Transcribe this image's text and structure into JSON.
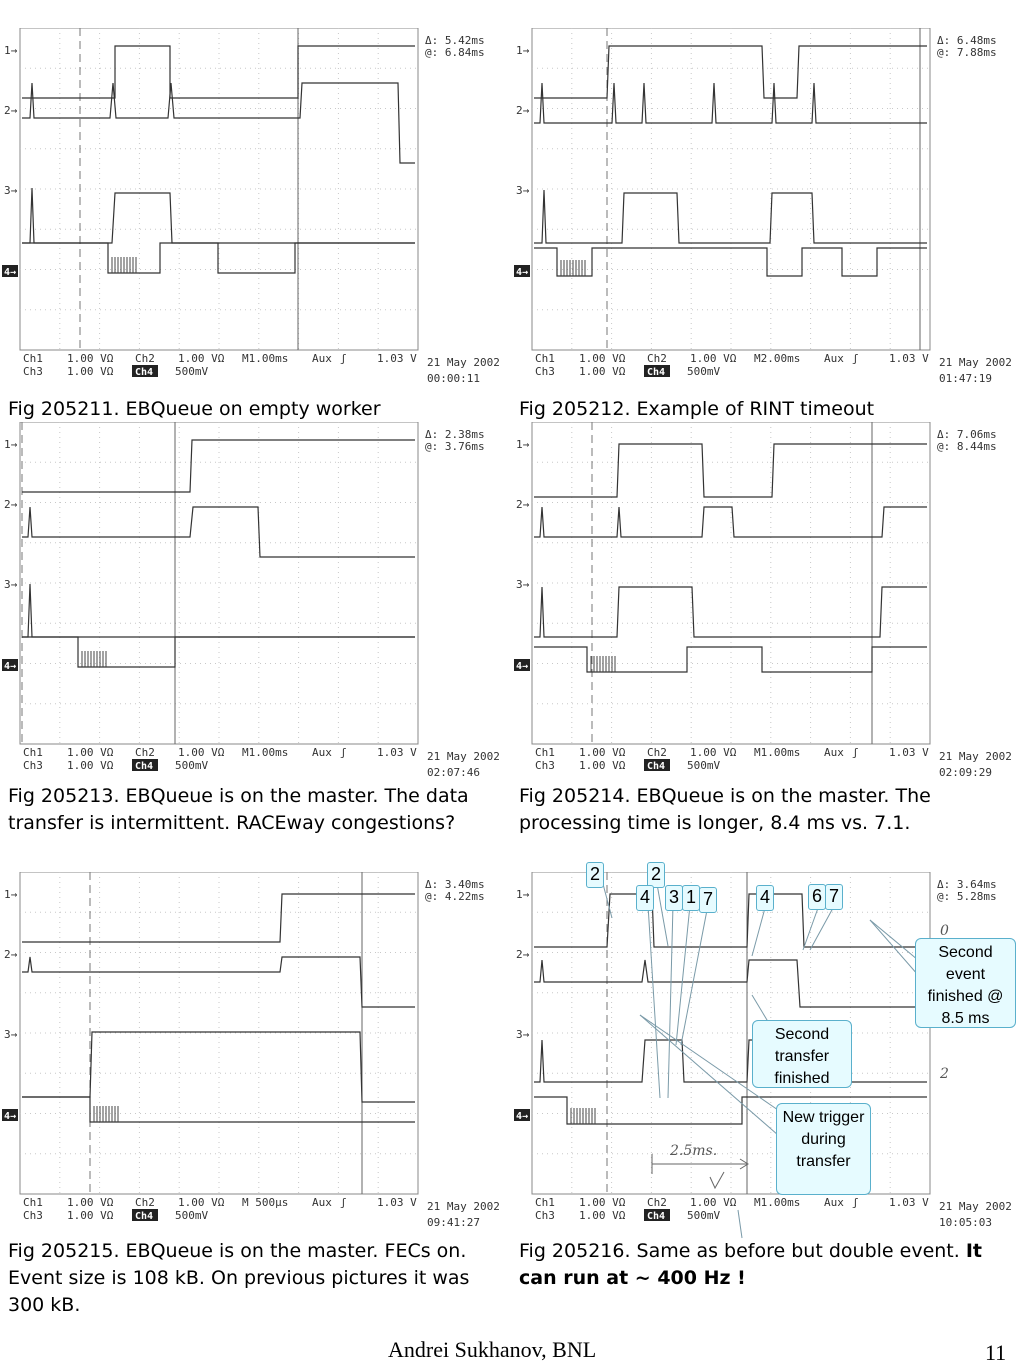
{
  "panels": [
    {
      "delta": "Δ: 5.42ms",
      "at": "@: 6.84ms",
      "row1": [
        "Ch1",
        "1.00 VΩ",
        "Ch2",
        "1.00 VΩ",
        "M1.00ms",
        "Aux",
        "ʃ",
        "1.03 V"
      ],
      "row2": [
        "Ch3",
        "1.00 VΩ",
        "Ch4",
        "500mV"
      ],
      "date": "21 May 2002",
      "time": "00:00:11",
      "caption": "Fig 205211. EBQueue on empty worker",
      "caption_bold": ""
    },
    {
      "delta": "Δ: 6.48ms",
      "at": "@: 7.88ms",
      "row1": [
        "Ch1",
        "1.00 VΩ",
        "Ch2",
        "1.00 VΩ",
        "M2.00ms",
        "Aux",
        "ʃ",
        "1.03 V"
      ],
      "row2": [
        "Ch3",
        "1.00 VΩ",
        "Ch4",
        "500mV"
      ],
      "date": "21 May 2002",
      "time": "01:47:19",
      "caption": "Fig 205212. Example of RINT timeout",
      "caption_bold": ""
    },
    {
      "delta": "Δ: 2.38ms",
      "at": "@: 3.76ms",
      "row1": [
        "Ch1",
        "1.00 VΩ",
        "Ch2",
        "1.00 VΩ",
        "M1.00ms",
        "Aux",
        "ʃ",
        "1.03 V"
      ],
      "row2": [
        "Ch3",
        "1.00 VΩ",
        "Ch4",
        "500mV"
      ],
      "date": "21 May 2002",
      "time": "02:07:46",
      "caption": "Fig 205213. EBQueue is on the master. The data transfer is intermittent. RACEway congestions?",
      "caption_bold": ""
    },
    {
      "delta": "Δ: 7.06ms",
      "at": "@: 8.44ms",
      "row1": [
        "Ch1",
        "1.00 VΩ",
        "Ch2",
        "1.00 VΩ",
        "M1.00ms",
        "Aux",
        "ʃ",
        "1.03 V"
      ],
      "row2": [
        "Ch3",
        "1.00 VΩ",
        "Ch4",
        "500mV"
      ],
      "date": "21 May 2002",
      "time": "02:09:29",
      "caption": "Fig 205214. EBQueue is on the master. The processing time is longer, 8.4 ms vs. 7.1.",
      "caption_bold": ""
    },
    {
      "delta": "Δ: 3.40ms",
      "at": "@: 4.22ms",
      "row1": [
        "Ch1",
        "1.00 VΩ",
        "Ch2",
        "1.00 VΩ",
        "M 500μs",
        "Aux",
        "ʃ",
        "1.03 V"
      ],
      "row2": [
        "Ch3",
        "1.00 VΩ",
        "Ch4",
        "500mV"
      ],
      "date": "21 May 2002",
      "time": "09:41:27",
      "caption": "Fig 205215. EBQueue is on the master. FECs on. Event size is 108 kB. On previous pictures it was 300 kB.",
      "caption_bold": ""
    },
    {
      "delta": "Δ: 3.64ms",
      "at": "@: 5.28ms",
      "row1": [
        "Ch1",
        "1.00 VΩ",
        "Ch2",
        "1.00 VΩ",
        "M1.00ms",
        "Aux",
        "ʃ",
        "1.03 V"
      ],
      "row2": [
        "Ch3",
        "1.00 VΩ",
        "Ch4",
        "500mV"
      ],
      "date": "21 May 2002",
      "time": "10:05:03",
      "caption": "Fig 205216. Same as before but double event. ",
      "caption_bold": "It can run at ~ 400 Hz !"
    }
  ],
  "channel_markers": [
    "1→",
    "2→",
    "3→",
    "4→"
  ],
  "callouts": {
    "second_event": "Second event finished @ 8.5 ms",
    "second_transfer": "Second transfer finished",
    "new_trigger": "New trigger during transfer"
  },
  "numbers": [
    "2",
    "2",
    "4",
    "3",
    "1",
    "7",
    "4",
    "6",
    "7"
  ],
  "handwritten": {
    "span": "2.5ms.",
    "zero": "0",
    "two": "2"
  },
  "footer": {
    "author": "Andrei Sukhanov, BNL",
    "page": "11"
  }
}
